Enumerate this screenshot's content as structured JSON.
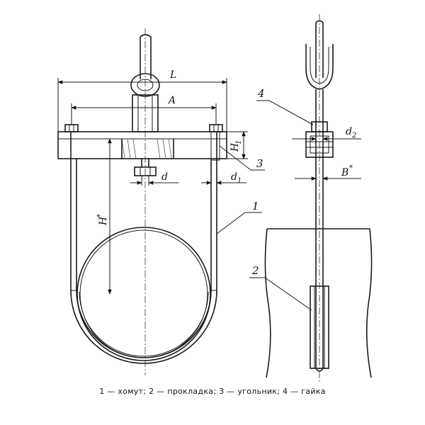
{
  "labels": {
    "L": "L",
    "A": "A",
    "H1_main": "H",
    "H1_sub": "1",
    "H_star_main": "H",
    "H_star_sup": "*",
    "d": "d",
    "d1_main": "d",
    "d1_sub": "1",
    "d2_main": "d",
    "d2_sub": "2",
    "B_star_main": "B",
    "B_star_sup": "*"
  },
  "part_numbers": {
    "p1": "1",
    "p2": "2",
    "p3": "3",
    "p4": "4"
  },
  "caption": "1 — хомут; 2 — прокладка; 3 — угольник; 4 — гайка"
}
